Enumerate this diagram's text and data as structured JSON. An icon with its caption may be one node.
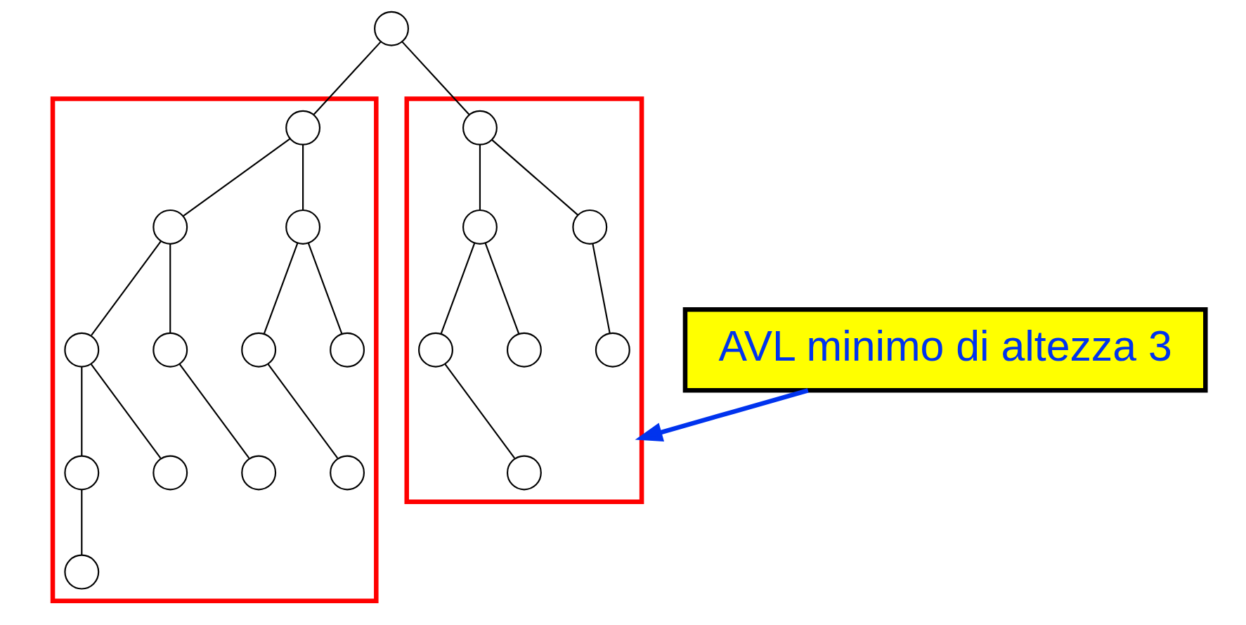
{
  "diagram": {
    "nodes": [
      {
        "text": [],
        "shape": "circle"
      },
      {
        "text": [],
        "shape": "trapezoid"
      },
      {
        "text": [],
        "shape": "circle",
        "in": 1
      },
      {
        "text": [],
        "shape": "circle",
        "in": 1
      },
      {
        "text": [],
        "shape": "circle",
        "in": 1
      },
      {
        "text": [],
        "shape": "circle",
        "in": 1
      },
      {
        "text": [],
        "shape": "circle",
        "in": 1
      },
      {
        "text": [],
        "shape": "circle",
        "in": 1
      },
      {
        "text": [],
        "shape": "circle",
        "in": 1
      },
      {
        "text": [],
        "shape": "circle",
        "in": 1
      },
      {
        "text": [],
        "shape": "circle",
        "in": 1
      },
      {
        "text": [],
        "shape": "circle",
        "in": 1
      },
      {
        "text": [],
        "shape": "circle",
        "in": 1
      },
      {
        "text": [],
        "shape": "circle",
        "in": 1
      },
      {
        "text": [],
        "shape": "parallelogram"
      },
      {
        "text": [],
        "shape": "circle",
        "in": 14
      },
      {
        "text": [],
        "shape": "circle",
        "in": 14
      },
      {
        "text": [],
        "shape": "circle",
        "in": 14
      },
      {
        "text": [],
        "shape": "circle",
        "in": 14
      },
      {
        "text": [],
        "shape": "circle",
        "in": 14
      },
      {
        "text": [],
        "shape": "circle",
        "in": 14
      },
      {
        "text": [],
        "shape": "circle",
        "in": 14
      },
      {
        "text": [
          "AVL minimo di altezza 3"
        ]
      }
    ],
    "edges": [
      {
        "from": 0,
        "to": 2,
        "arrow": "none"
      },
      {
        "from": 0,
        "to": 15,
        "arrow": "none"
      },
      {
        "from": 2,
        "to": 3,
        "arrow": "none"
      },
      {
        "from": 2,
        "to": 4,
        "arrow": "none"
      },
      {
        "from": 3,
        "to": 5,
        "arrow": "none"
      },
      {
        "from": 3,
        "to": 6,
        "arrow": "none"
      },
      {
        "from": 5,
        "to": 9,
        "arrow": "none"
      },
      {
        "from": 5,
        "to": 10,
        "arrow": "none"
      },
      {
        "from": 9,
        "to": 13,
        "arrow": "none"
      },
      {
        "from": 6,
        "to": 11,
        "arrow": "none"
      },
      {
        "from": 4,
        "to": 7,
        "arrow": "none"
      },
      {
        "from": 4,
        "to": 8,
        "arrow": "none"
      },
      {
        "from": 7,
        "to": 12,
        "arrow": "none"
      },
      {
        "from": 15,
        "to": 16,
        "arrow": "none"
      },
      {
        "from": 15,
        "to": 17,
        "arrow": "none"
      },
      {
        "from": 16,
        "to": 18,
        "arrow": "none"
      },
      {
        "from": 16,
        "to": 19,
        "arrow": "none"
      },
      {
        "from": 18,
        "to": 21,
        "arrow": "none"
      },
      {
        "from": 17,
        "to": 20,
        "arrow": "none"
      },
      {
        "from": 22,
        "to": 14,
        "arrow": "to",
        "style": "thick",
        "color": "#0033ee"
      }
    ]
  }
}
